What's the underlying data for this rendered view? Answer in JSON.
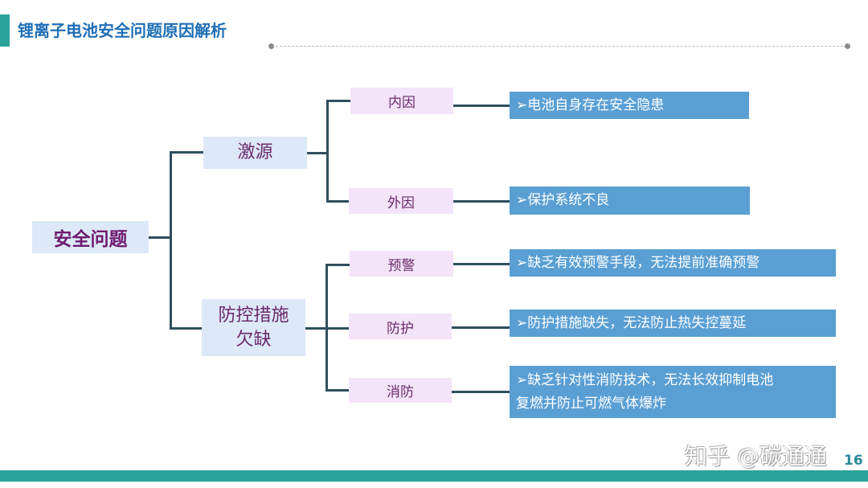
{
  "header": {
    "title": "锂离子电池安全问题原因解析"
  },
  "diagram": {
    "root": {
      "label": "安全问题"
    },
    "branches": [
      {
        "label": "激源",
        "children": [
          {
            "label": "内因",
            "detail": "➢电池自身存在安全隐患"
          },
          {
            "label": "外因",
            "detail": "➢保护系统不良"
          }
        ]
      },
      {
        "label_line1": "防控措施",
        "label_line2": "欠缺",
        "children": [
          {
            "label": "预警",
            "detail": "➢缺乏有效预警手段，无法提前准确预警"
          },
          {
            "label": "防护",
            "detail": "➢防护措施缺失，无法防止热失控蔓延"
          },
          {
            "label": "消防",
            "detail_line1": "➢缺乏针对性消防技术，无法长效抑制电池",
            "detail_line2": "复燃并防止可燃气体爆炸"
          }
        ]
      }
    ],
    "colors": {
      "connector": "#2f4f5f",
      "level1_fill": "#dde8f8",
      "level2_fill": "#f3e4fa",
      "leaf_fill": "#5a9fd4",
      "node_text": "#6b2a6b",
      "accent": "#2aa39a",
      "title": "#1f6fb6"
    }
  },
  "footer": {
    "watermark": "知乎 @碳通通",
    "page_number": "16"
  }
}
